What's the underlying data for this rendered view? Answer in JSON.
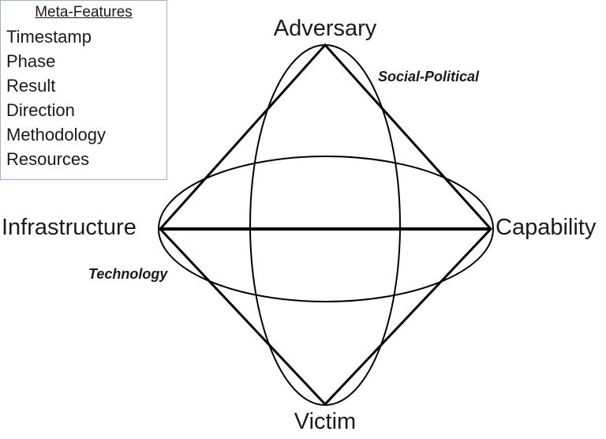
{
  "meta_features": {
    "title": "Meta-Features",
    "items": [
      "Timestamp",
      "Phase",
      "Result",
      "Direction",
      "Methodology",
      "Resources"
    ]
  },
  "diagram": {
    "vertices": {
      "top": "Adversary",
      "right": "Capability",
      "bottom": "Victim",
      "left": "Infrastructure"
    },
    "axes": {
      "vertical": "Social-Political",
      "horizontal": "Technology"
    }
  },
  "colors": {
    "line": "#000000",
    "legend_border": "#9db3d1",
    "background": "#ffffff"
  }
}
